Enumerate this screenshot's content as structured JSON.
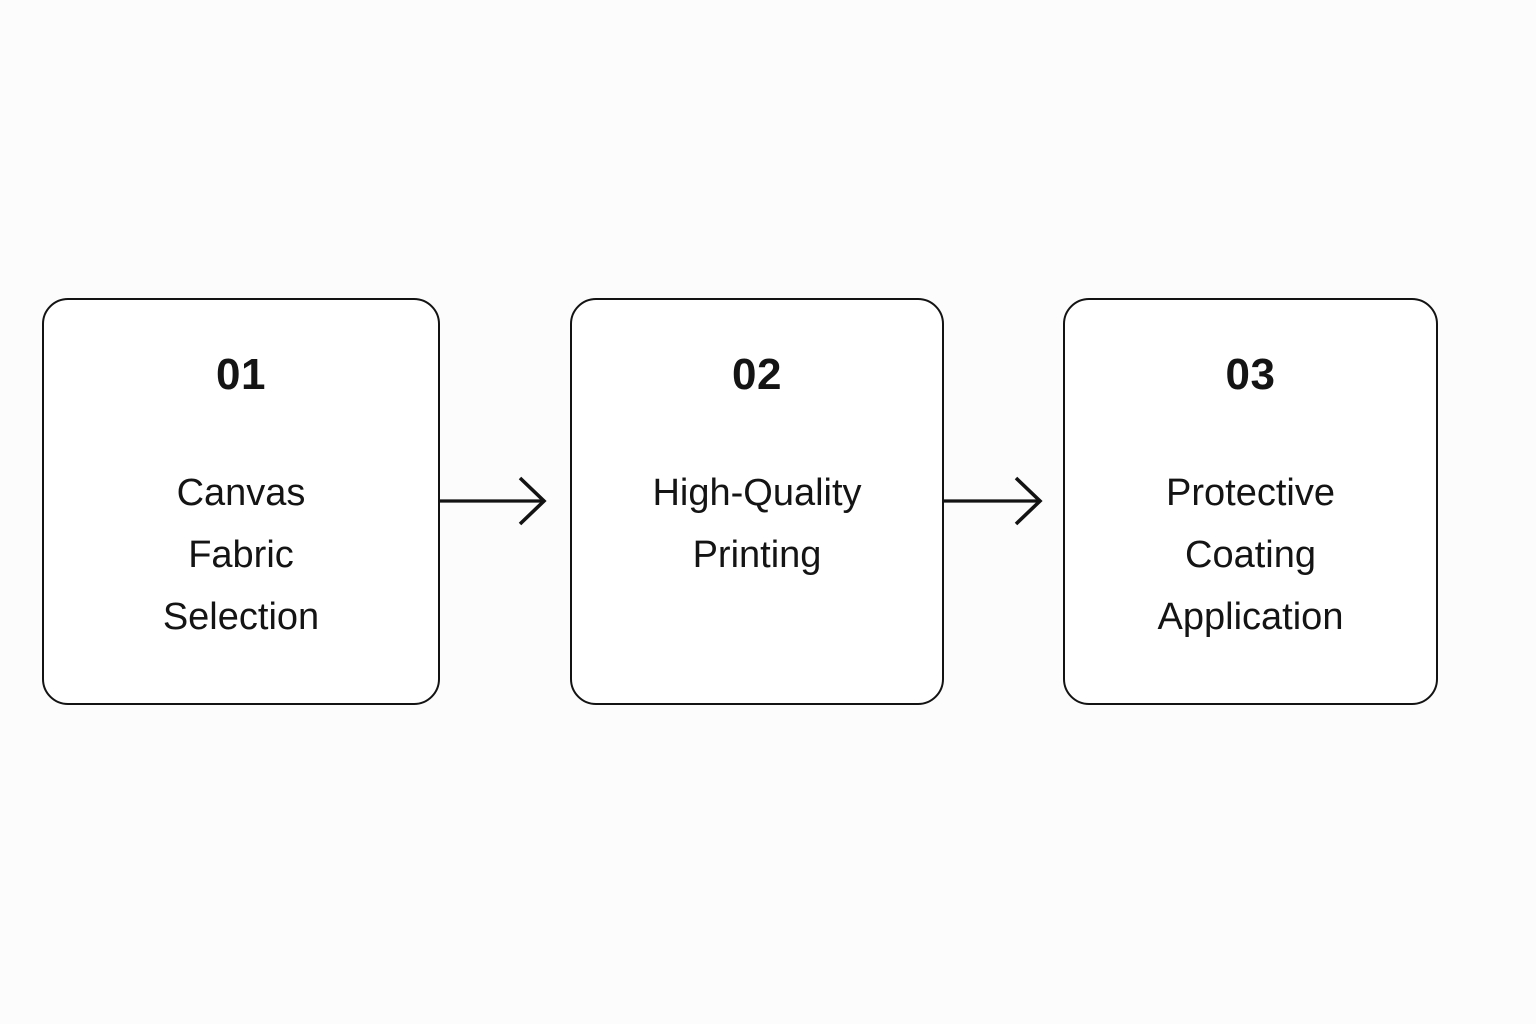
{
  "diagram": {
    "type": "process-flow",
    "orientation": "horizontal",
    "background_color": "#fcfcfc",
    "box_fill_color": "#ffffff",
    "stroke_color": "#131313",
    "text_color": "#141414",
    "steps": [
      {
        "number": "01",
        "label": "Canvas\nFabric\nSelection"
      },
      {
        "number": "02",
        "label": "High-Quality\nPrinting"
      },
      {
        "number": "03",
        "label": "Protective\nCoating\nApplication"
      }
    ],
    "connectors": [
      {
        "from": "01",
        "to": "02",
        "style": "open-arrow-right"
      },
      {
        "from": "02",
        "to": "03",
        "style": "open-arrow-right"
      }
    ]
  }
}
